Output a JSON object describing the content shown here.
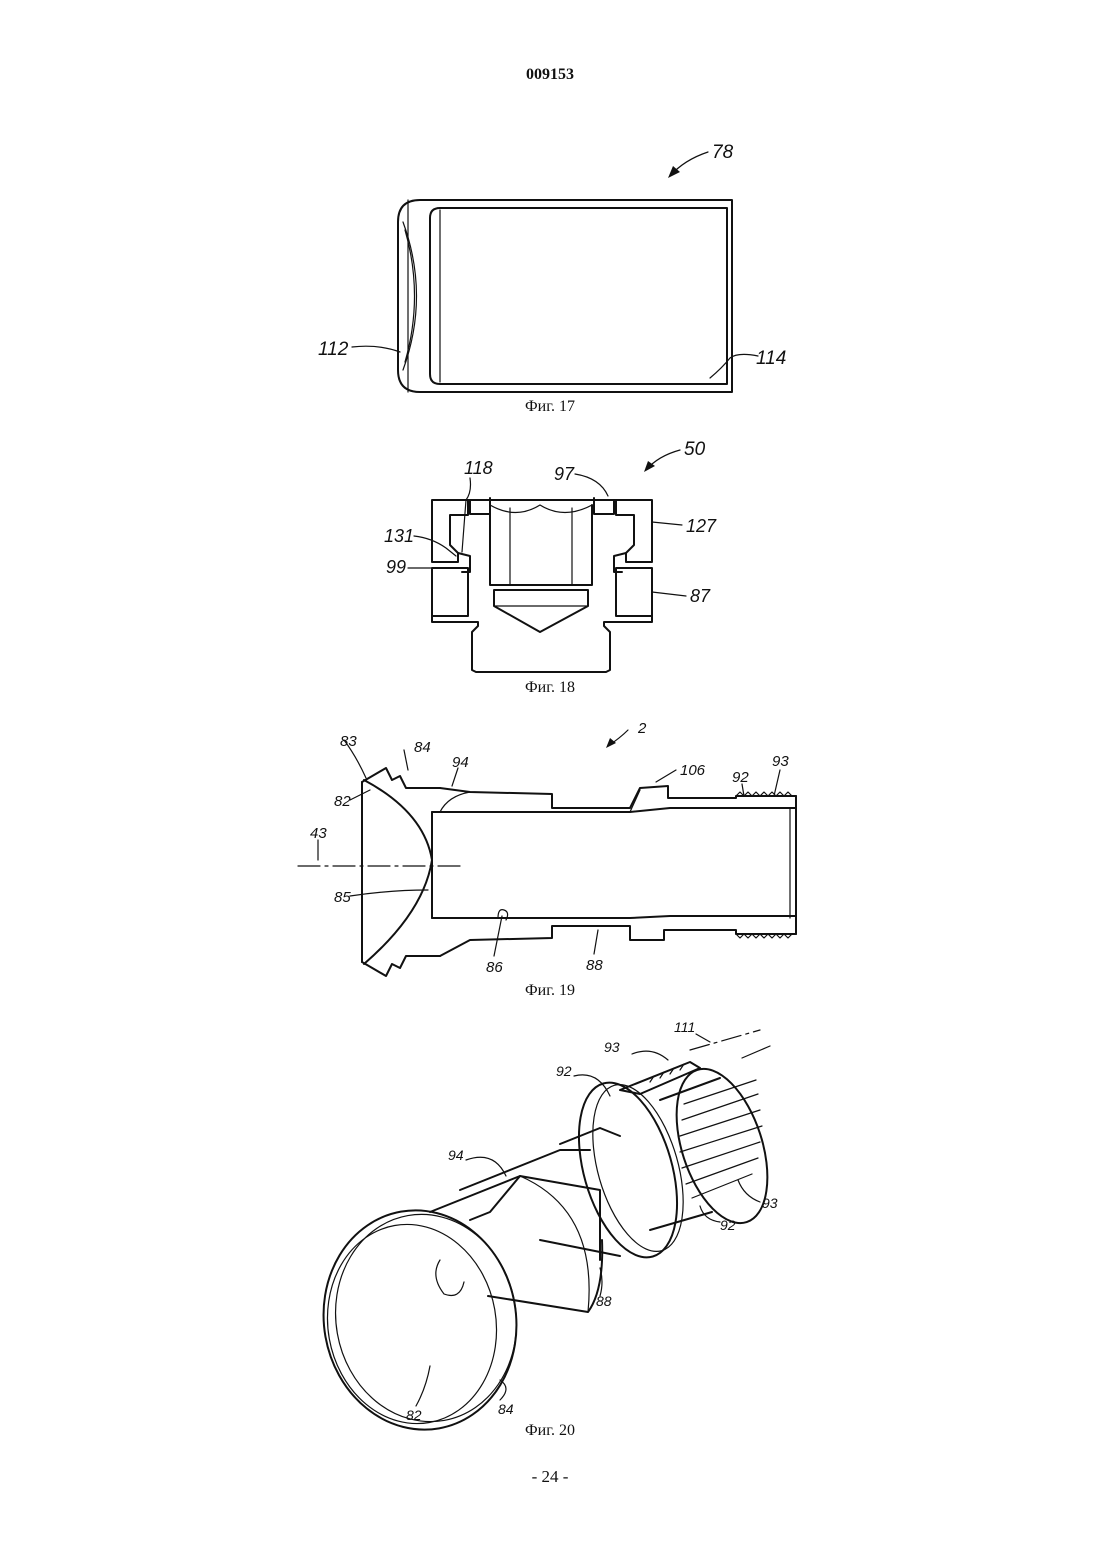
{
  "header": {
    "doc_number": "009153"
  },
  "footer": {
    "page_number": "- 24 -"
  },
  "figures": [
    {
      "caption": "Фиг. 17",
      "labels": {
        "ref": "78",
        "left": "112",
        "right": "114"
      }
    },
    {
      "caption": "Фиг. 18",
      "labels": {
        "ref": "50",
        "l118": "118",
        "l97": "97",
        "l131": "131",
        "l127": "127",
        "l99": "99",
        "l87": "87"
      }
    },
    {
      "caption": "Фиг. 19",
      "labels": {
        "ref": "2",
        "l83": "83",
        "l84": "84",
        "l94": "94",
        "l106": "106",
        "l92": "92",
        "l93": "93",
        "l82": "82",
        "l43": "43",
        "l85": "85",
        "l86": "86",
        "l88": "88"
      }
    },
    {
      "caption": "Фиг. 20",
      "labels": {
        "l111": "111",
        "l93a": "93",
        "l92a": "92",
        "l94": "94",
        "l93b": "93",
        "l92b": "92",
        "l88": "88",
        "l82": "82",
        "l84": "84"
      }
    }
  ]
}
